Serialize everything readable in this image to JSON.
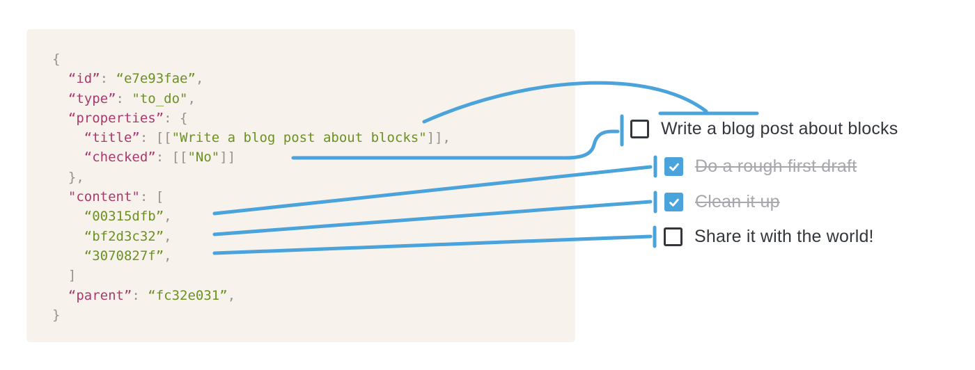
{
  "colors": {
    "accent_blue": "#4BA3DB",
    "panel_background": "#F8F2EC",
    "code_key": "#A83A6E",
    "code_string": "#6C9023",
    "code_punctuation": "#95918C",
    "todo_text": "#33363C",
    "todo_done_text": "#A7A7AD",
    "page_background": "#FFFFFF"
  },
  "code": {
    "lines": [
      [
        {
          "t": "{",
          "c": "pun"
        }
      ],
      [
        {
          "t": "  ",
          "c": "pun"
        },
        {
          "t": "“id”",
          "c": "key"
        },
        {
          "t": ": ",
          "c": "pun"
        },
        {
          "t": "“e7e93fae”",
          "c": "str"
        },
        {
          "t": ",",
          "c": "pun"
        }
      ],
      [
        {
          "t": "  ",
          "c": "pun"
        },
        {
          "t": "“type”",
          "c": "key"
        },
        {
          "t": ": ",
          "c": "pun"
        },
        {
          "t": "\"to_do\"",
          "c": "str"
        },
        {
          "t": ",",
          "c": "pun"
        }
      ],
      [
        {
          "t": "  ",
          "c": "pun"
        },
        {
          "t": "“properties”",
          "c": "key"
        },
        {
          "t": ": {",
          "c": "pun"
        }
      ],
      [
        {
          "t": "    ",
          "c": "pun"
        },
        {
          "t": "“title”",
          "c": "key"
        },
        {
          "t": ": [[",
          "c": "pun"
        },
        {
          "t": "\"Write a blog post about blocks\"",
          "c": "str"
        },
        {
          "t": "]],",
          "c": "pun"
        }
      ],
      [
        {
          "t": "    ",
          "c": "pun"
        },
        {
          "t": "“checked”",
          "c": "key"
        },
        {
          "t": ": [[",
          "c": "pun"
        },
        {
          "t": "\"No\"",
          "c": "str"
        },
        {
          "t": "]]",
          "c": "pun"
        }
      ],
      [
        {
          "t": "  },",
          "c": "pun"
        }
      ],
      [
        {
          "t": "  ",
          "c": "pun"
        },
        {
          "t": "\"content\"",
          "c": "key"
        },
        {
          "t": ": [",
          "c": "pun"
        }
      ],
      [
        {
          "t": "    ",
          "c": "pun"
        },
        {
          "t": "“00315dfb”",
          "c": "str"
        },
        {
          "t": ",",
          "c": "pun"
        }
      ],
      [
        {
          "t": "    ",
          "c": "pun"
        },
        {
          "t": "“bf2d3c32”",
          "c": "str"
        },
        {
          "t": ",",
          "c": "pun"
        }
      ],
      [
        {
          "t": "    ",
          "c": "pun"
        },
        {
          "t": "“3070827f”",
          "c": "str"
        },
        {
          "t": ",",
          "c": "pun"
        }
      ],
      [
        {
          "t": "  ]",
          "c": "pun"
        }
      ],
      [
        {
          "t": "  ",
          "c": "pun"
        },
        {
          "t": "“parent”",
          "c": "key"
        },
        {
          "t": ": ",
          "c": "pun"
        },
        {
          "t": "“fc32e031”",
          "c": "str"
        },
        {
          "t": ",",
          "c": "pun"
        }
      ],
      [
        {
          "t": "}",
          "c": "pun"
        }
      ]
    ]
  },
  "todo_list": {
    "items": [
      {
        "label": "Write a blog post about blocks",
        "checked": false
      },
      {
        "label": "Do a rough first draft",
        "checked": true
      },
      {
        "label": "Clean it up",
        "checked": true
      },
      {
        "label": "Share it with the world!",
        "checked": false
      }
    ]
  },
  "connections": [
    {
      "from": "properties.title",
      "to": "Write a blog post about blocks"
    },
    {
      "from": "properties.checked",
      "to": "Write a blog post about blocks checkbox"
    },
    {
      "from": "content.00315dfb",
      "to": "Do a rough first draft"
    },
    {
      "from": "content.bf2d3c32",
      "to": "Clean it up"
    },
    {
      "from": "content.3070827f",
      "to": "Share it with the world!"
    }
  ]
}
